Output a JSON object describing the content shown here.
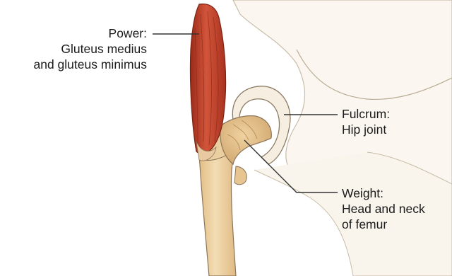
{
  "labels": {
    "power": {
      "title": "Power:",
      "line1": "Gluteus medius",
      "line2": "and gluteus minimus"
    },
    "fulcrum": {
      "title": "Fulcrum:",
      "line1": "Hip joint"
    },
    "weight": {
      "title": "Weight:",
      "line1": "Head and neck",
      "line2": "of femur"
    }
  },
  "colors": {
    "bone": "#efd6a8",
    "bone_shadow": "#d8b07a",
    "muscle": "#c8452e",
    "muscle_dark": "#9a2a1a",
    "cartilage": "#f6eee0",
    "outline": "#7a6a55",
    "leader_line": "#333333"
  },
  "icons": [
    "hip-bone-illustration",
    "femur-illustration",
    "muscle-illustration"
  ]
}
